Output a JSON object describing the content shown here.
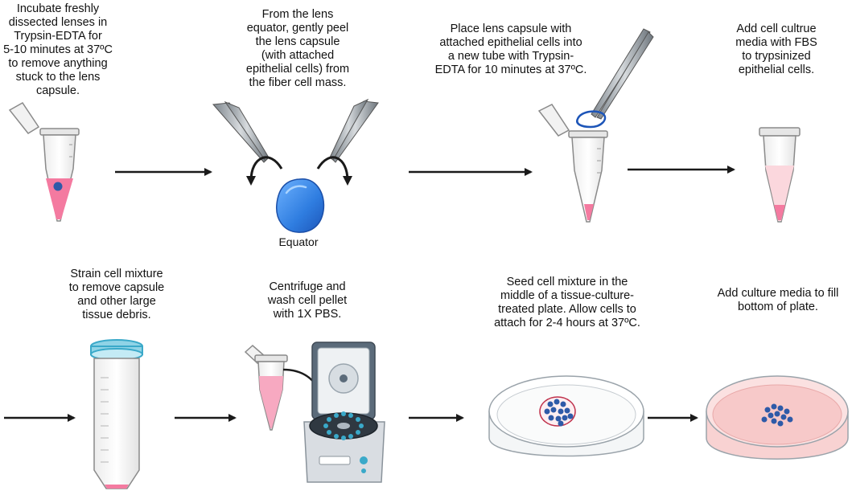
{
  "steps": [
    {
      "caption": "Incubate freshly\ndissected lenses in\nTrypsin-EDTA for\n5-10 minutes at 37ºC\nto remove anything\nstuck to the lens\ncapsule."
    },
    {
      "caption": "From the lens\nequator, gently peel\nthe lens capsule\n(with attached\nepithelial cells) from\nthe fiber cell mass."
    },
    {
      "caption": "Place lens capsule with\nattached epithelial cells into\na new tube with Trypsin-\nEDTA for 10 minutes at 37ºC."
    },
    {
      "caption": "Add cell cultrue\nmedia with FBS\nto trypsinized\nepithelial cells."
    },
    {
      "caption": "Strain cell mixture\nto remove capsule\nand other large\ntissue debris."
    },
    {
      "caption": "Centrifuge and\nwash cell pellet\nwith 1X PBS."
    },
    {
      "caption": "Seed cell mixture in the\nmiddle of a tissue-culture-\ntreated plate. Allow cells to\nattach for 2-4 hours at 37ºC."
    },
    {
      "caption": "Add culture media to fill\nbottom of plate."
    }
  ],
  "lens_label": "Equator",
  "colors": {
    "arrow": "#1a1a1a",
    "tube_outline": "#8a8a8a",
    "pink_liquid": "#f47aa0",
    "light_pink_liquid": "#fbd7dd",
    "lens_blue": "#2f7de0",
    "cell_blue": "#2e5aa8",
    "teal": "#3aa9c9",
    "plate_media": "#f7c9c9",
    "centrifuge_body": "#d9dde2",
    "centrifuge_lid": "#5b6b7a"
  }
}
